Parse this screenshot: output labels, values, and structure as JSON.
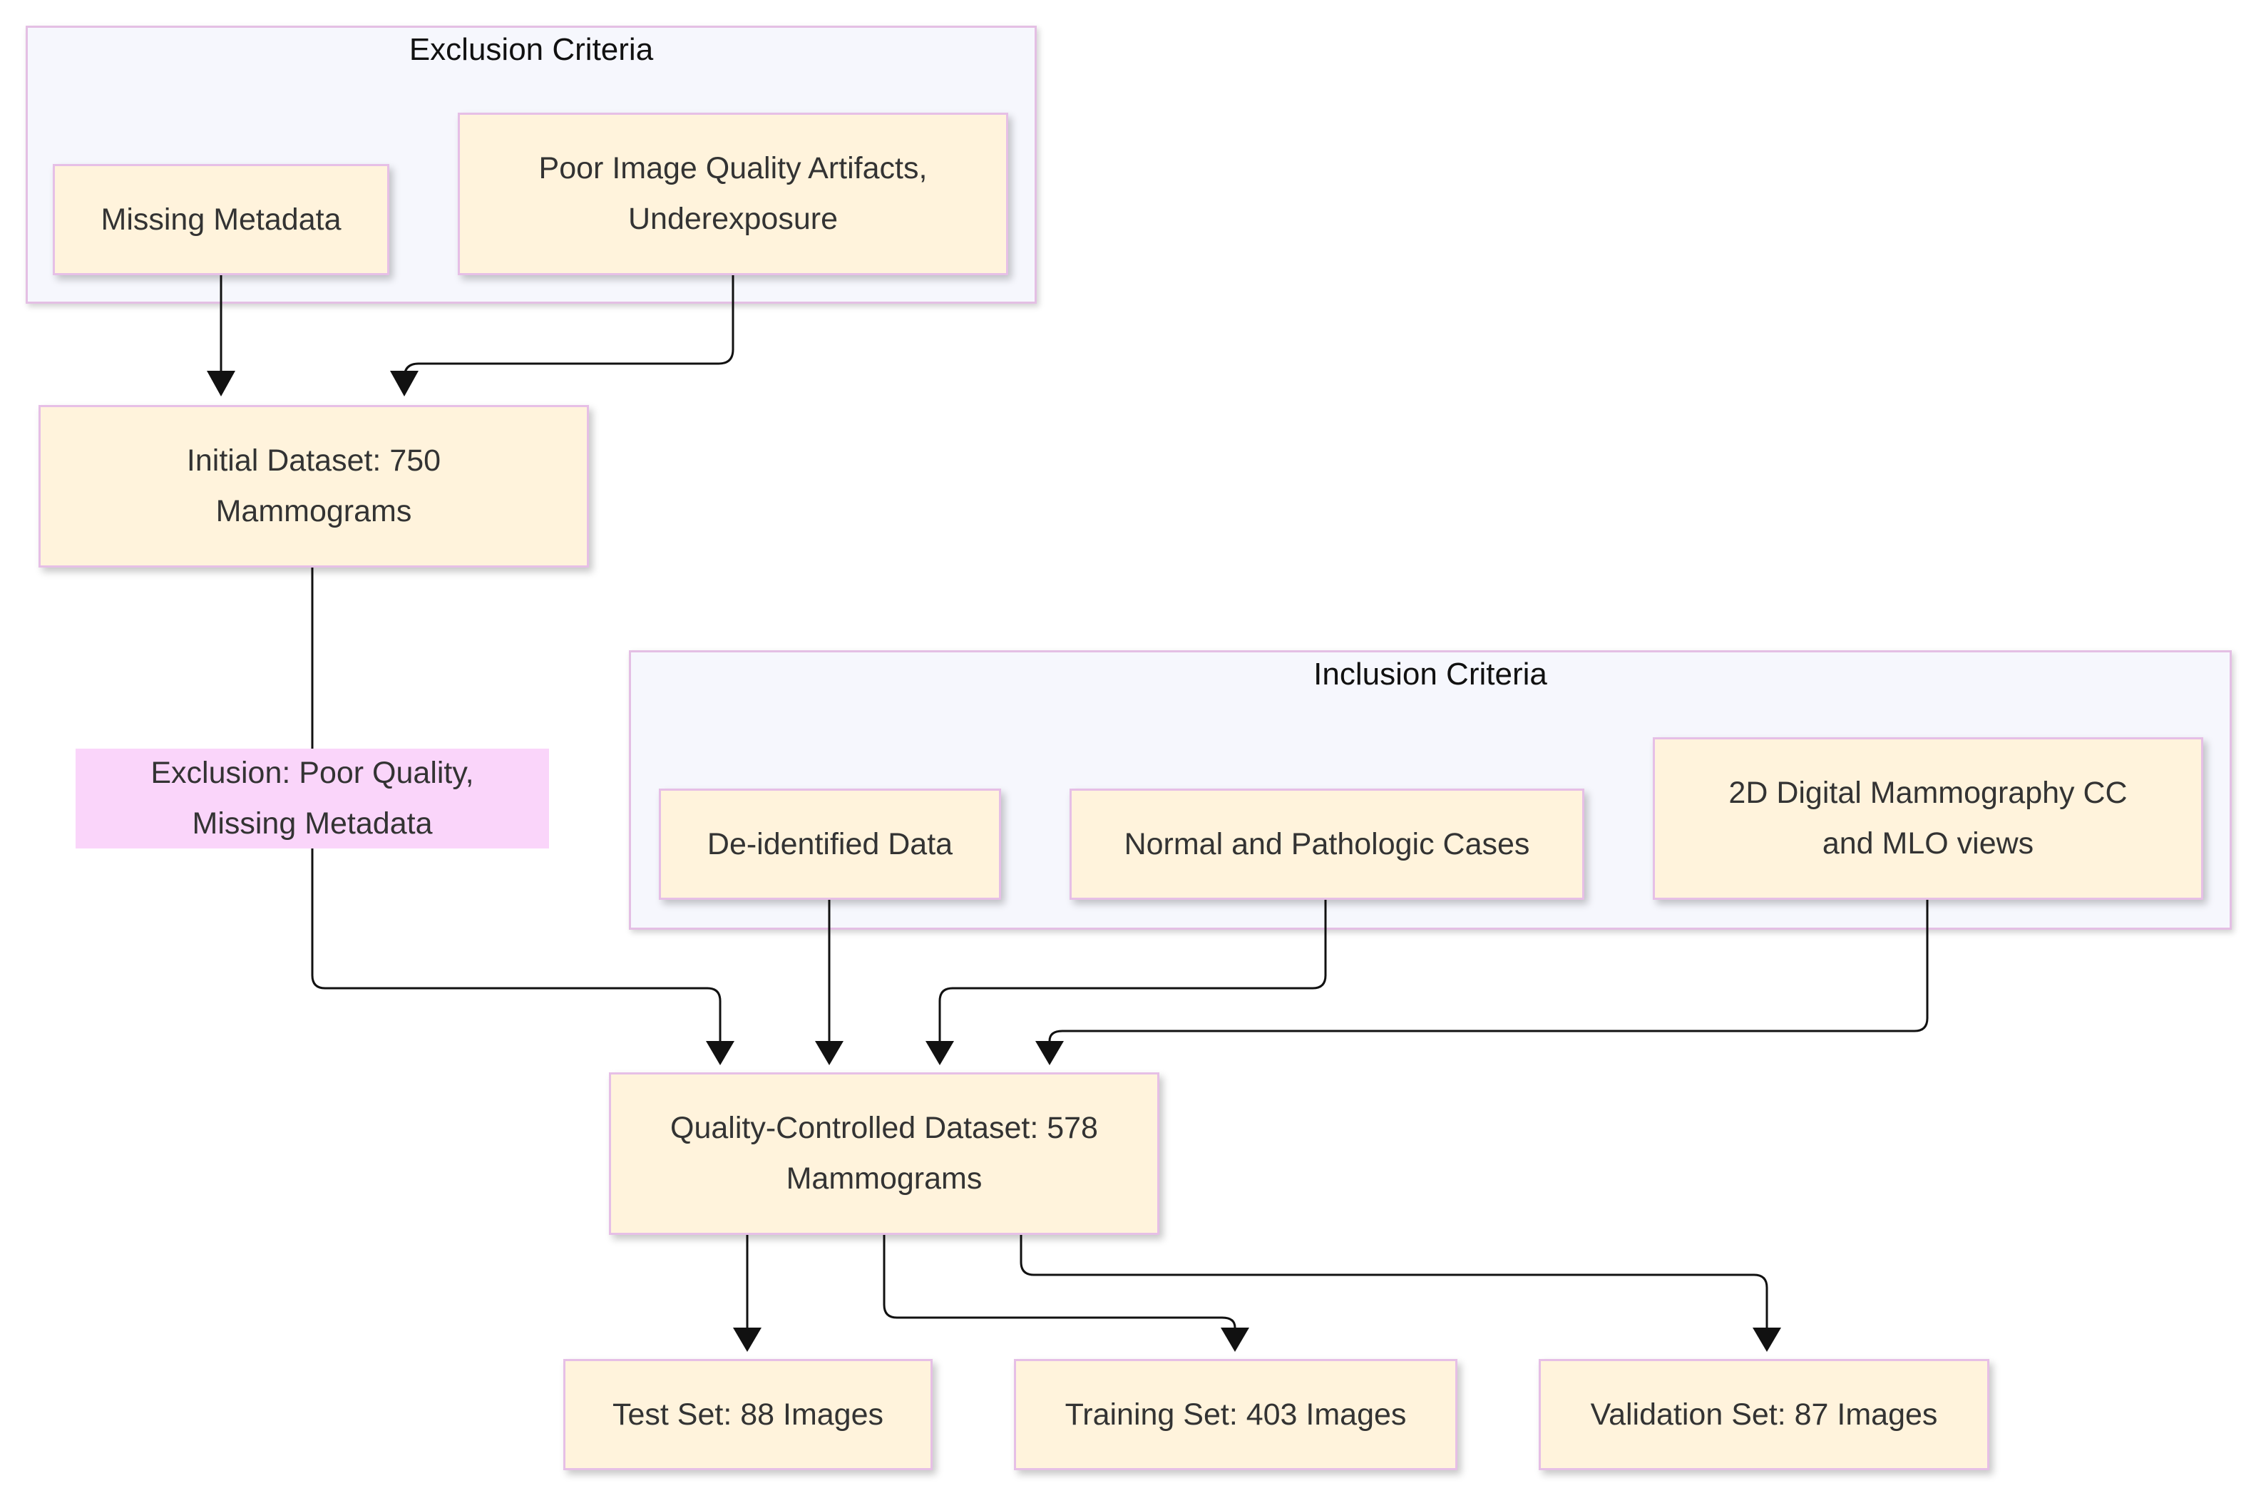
{
  "clusters": {
    "exclusion": {
      "title": "Exclusion Criteria"
    },
    "inclusion": {
      "title": "Inclusion Criteria"
    }
  },
  "nodes": {
    "missing_metadata": "Missing Metadata",
    "poor_quality_line1": "Poor Image Quality Artifacts,",
    "poor_quality_line2": "Underexposure",
    "initial_line1": "Initial Dataset: 750",
    "initial_line2": "Mammograms",
    "deidentified": "De-identified Data",
    "normal_pathologic": "Normal and Pathologic Cases",
    "digital_line1": "2D Digital Mammography CC",
    "digital_line2": "and MLO views",
    "qc_line1": "Quality-Controlled Dataset: 578",
    "qc_line2": "Mammograms",
    "test_set": "Test Set: 88 Images",
    "training_set": "Training Set: 403 Images",
    "validation_set": "Validation Set: 87 Images"
  },
  "edge_labels": {
    "exclusion_line1": "Exclusion: Poor Quality,",
    "exclusion_line2": "Missing Metadata"
  },
  "colors": {
    "node_fill": "#fff3dc",
    "node_border": "#e6bfe6",
    "cluster_fill": "#f6f7fd",
    "edge_label_fill": "#fad5fa",
    "edge": "#111111"
  }
}
